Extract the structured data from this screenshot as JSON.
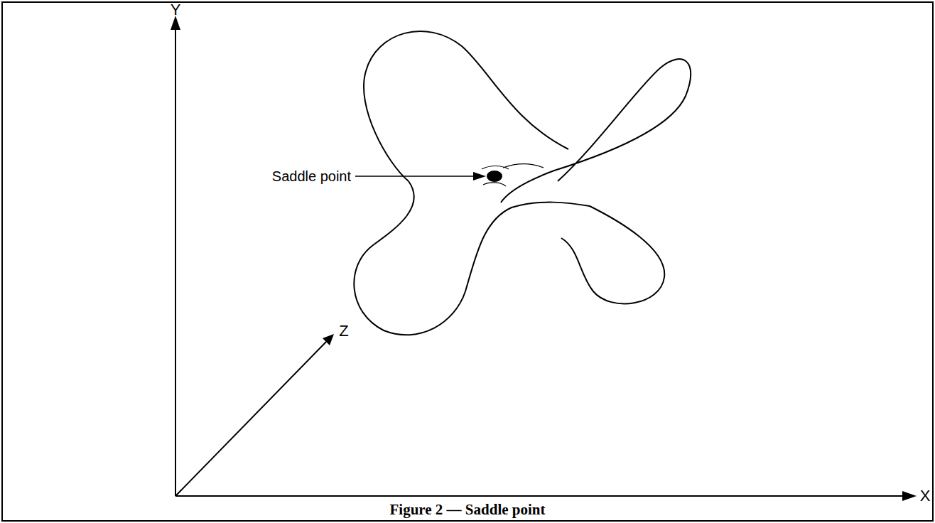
{
  "diagram": {
    "caption": "Figure 2 — Saddle point",
    "labels": [
      "Y",
      "Z",
      "X",
      "Saddle point"
    ]
  }
}
